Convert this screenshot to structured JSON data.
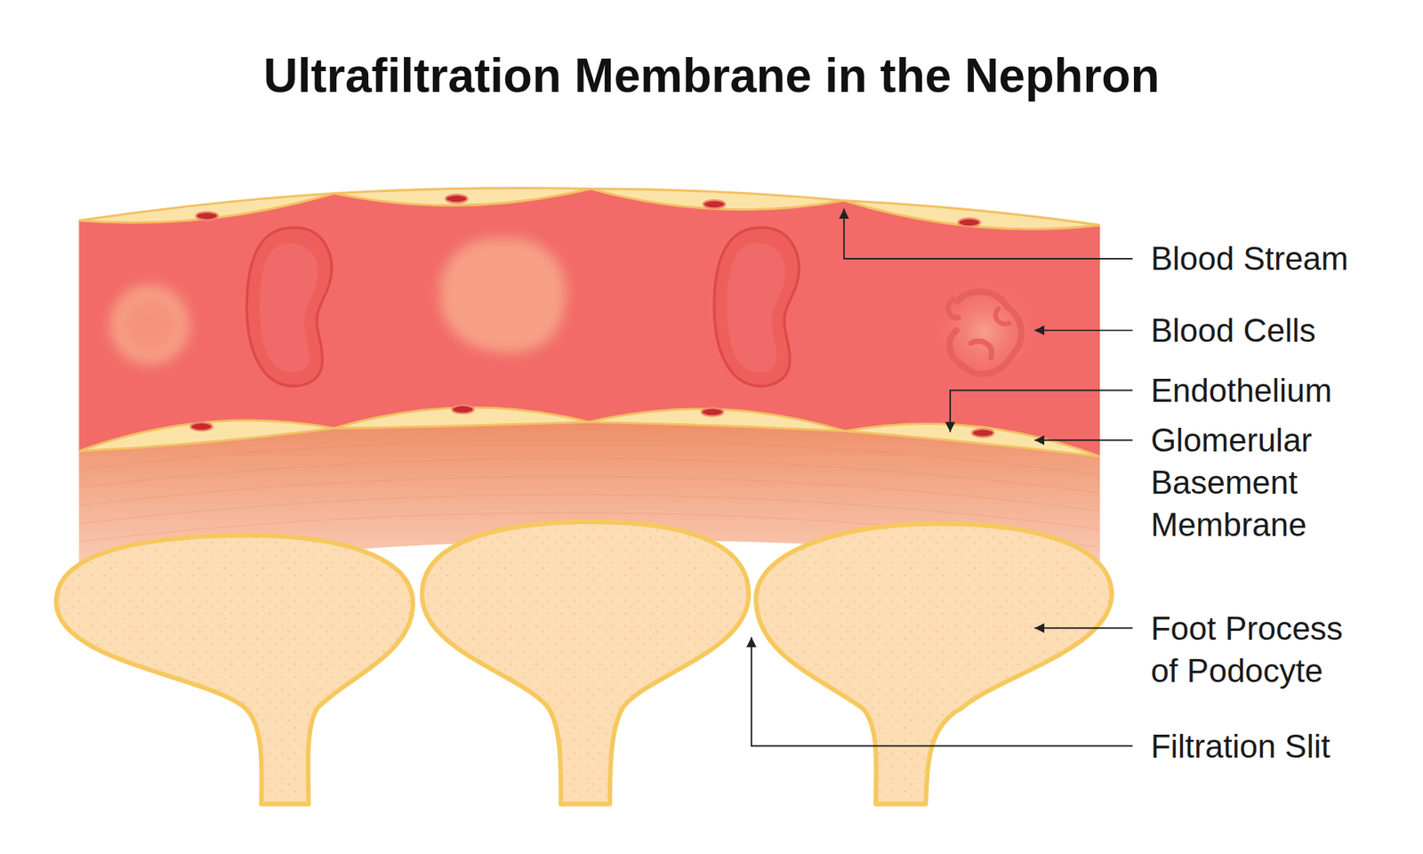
{
  "diagram": {
    "title": "Ultrafiltration Membrane in the Nephron",
    "labels": [
      "Blood Stream",
      "Blood Cells",
      "Endothelium",
      "Glomerular Basement Membrane",
      "Foot Process of Podocyte",
      "Filtration Slit"
    ]
  }
}
